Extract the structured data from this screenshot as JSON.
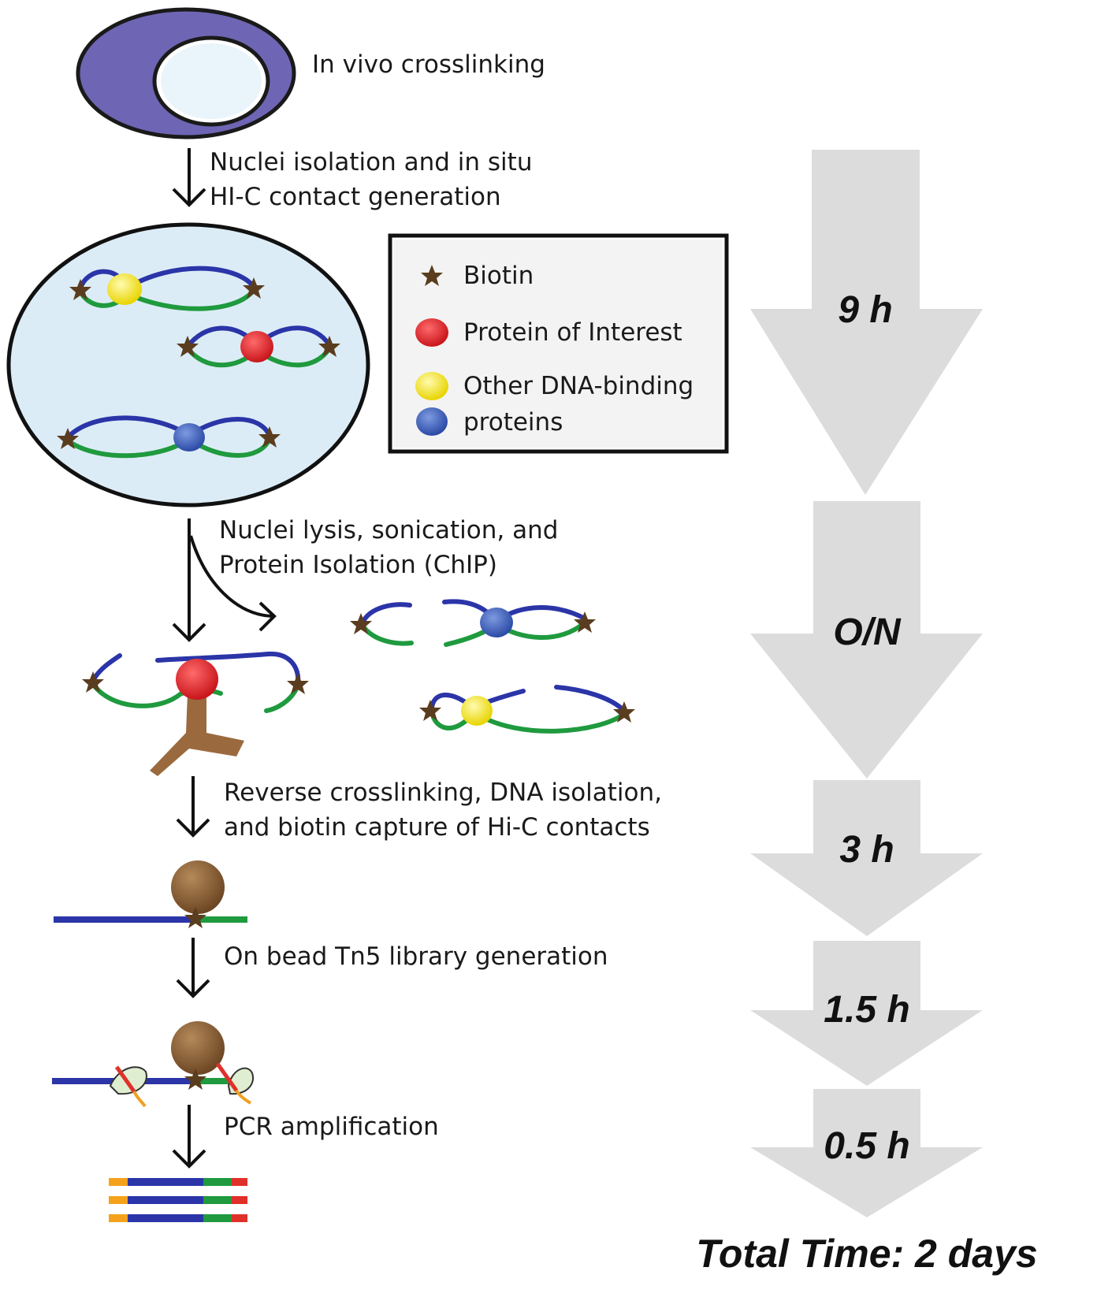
{
  "steps": [
    {
      "label_line1": "In vivo crosslinking",
      "label_line2": ""
    },
    {
      "label_line1": "Nuclei isolation and in situ",
      "label_line2": "HI-C contact generation"
    },
    {
      "label_line1": "Nuclei lysis, sonication, and",
      "label_line2": "Protein Isolation (ChIP)"
    },
    {
      "label_line1": "Reverse crosslinking, DNA isolation,",
      "label_line2": "and biotin capture of Hi-C contacts"
    },
    {
      "label_line1": "On bead Tn5 library generation",
      "label_line2": ""
    },
    {
      "label_line1": "PCR amplification",
      "label_line2": ""
    }
  ],
  "legend": {
    "biotin": "Biotin",
    "protein_of_interest": "Protein of Interest",
    "other_line1": "Other DNA-binding",
    "other_line2": "proteins"
  },
  "timeline": {
    "durations": [
      "9 h",
      "O/N",
      "3 h",
      "1.5 h",
      "0.5 h"
    ],
    "total": "Total Time: 2 days"
  },
  "colors": {
    "cell_outer": "#6e66b4",
    "nucleus_fill": "#dcecf6",
    "dna_blue": "#2b35a8",
    "dna_green": "#1f9a3e",
    "protein_of_interest": "#dd2228",
    "other_protein_yellow": "#f4e317",
    "other_protein_blue": "#3b5cb8",
    "biotin": "#5a3d1e",
    "bead": "#8a6236",
    "antibody": "#9a6a3e",
    "time_arrow": "#dcdcdc"
  }
}
